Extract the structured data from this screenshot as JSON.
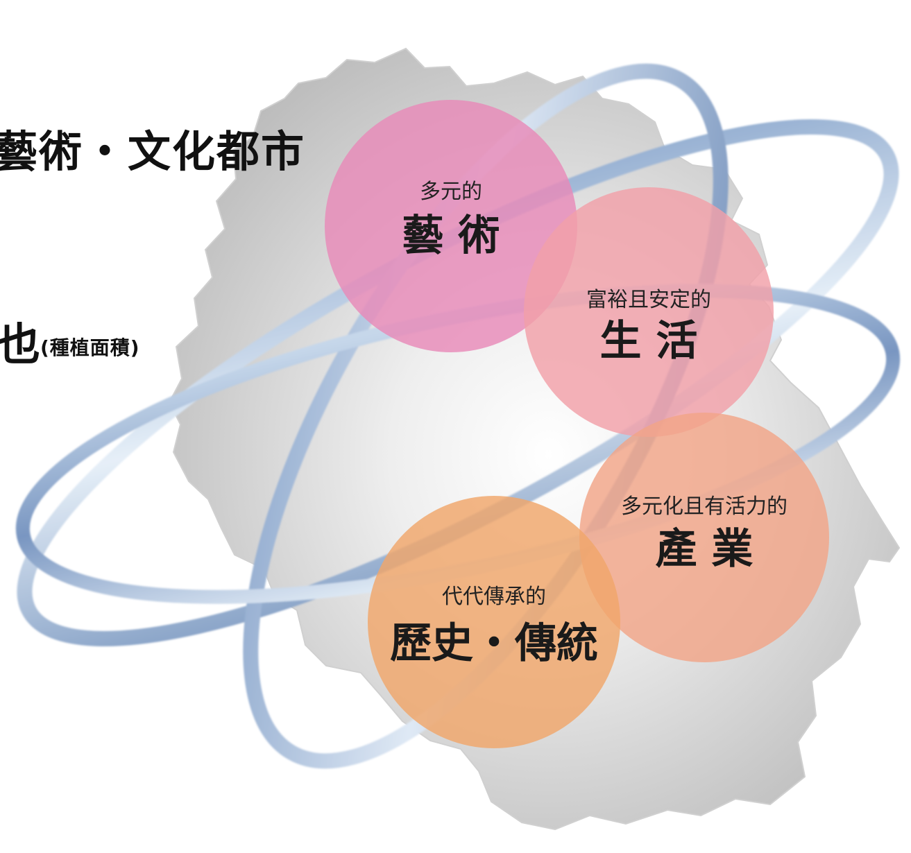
{
  "headings": {
    "line1": "藝術・文化都市",
    "line2": "也",
    "line2_note": "(種植面積)"
  },
  "circles": [
    {
      "id": "art",
      "subtitle": "多元的",
      "title": "藝 術",
      "color": "#e88ab8"
    },
    {
      "id": "life",
      "subtitle": "富裕且安定的",
      "title": "生 活",
      "color": "#f1a0a8"
    },
    {
      "id": "industry",
      "subtitle": "多元化且有活力的",
      "title": "產 業",
      "color": "#f2a588"
    },
    {
      "id": "history",
      "subtitle": "代代傳承的",
      "title": "歷史・傳統",
      "color": "#f0a66a"
    }
  ],
  "colors": {
    "map": "#c9c9c9",
    "map_dark": "#9a9a9a",
    "orbit_dark": "#6f90bd",
    "orbit_light": "#e4eef8"
  }
}
